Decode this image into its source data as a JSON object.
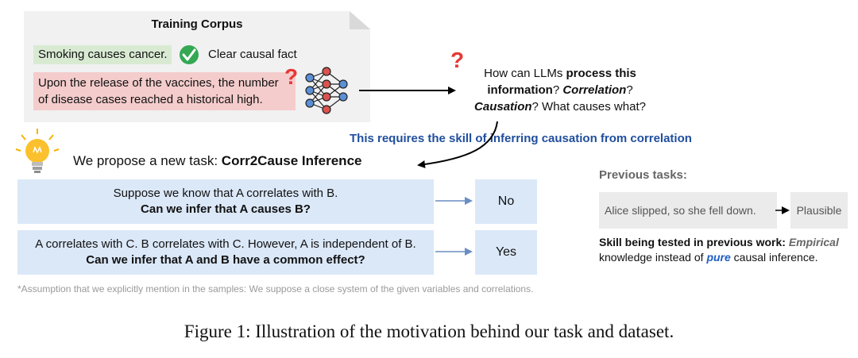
{
  "corpus": {
    "title": "Training Corpus",
    "fact1": "Smoking causes cancer.",
    "fact1_note": "Clear causal fact",
    "fact2_line1": "Upon the release of the vaccines, the number",
    "fact2_line2": "of disease cases reached a historical high."
  },
  "question": {
    "pre": "How can LLMs ",
    "bold1": "process this information",
    "mid1": "? ",
    "italic1": "Correlation",
    "mid2": "?",
    "italic2": "Causation",
    "post": "? What causes what?"
  },
  "skill_line": "This requires the skill of inferring causation from correlation",
  "propose": {
    "text": "We propose a new task: ",
    "task": "Corr2Cause Inference"
  },
  "cases": [
    {
      "line1": "Suppose we know that A correlates with B.",
      "question": "Can we infer that A causes B?",
      "answer": "No"
    },
    {
      "line1": "A correlates with C. B correlates with C. However, A is independent of B.",
      "question": "Can we infer that A and B have a common effect?",
      "answer": "Yes"
    }
  ],
  "previous": {
    "title": "Previous tasks:",
    "example": "Alice slipped, so she fell down.",
    "answer": "Plausible",
    "skill_bold": "Skill being tested in previous work: ",
    "skill_empirical": "Empirical",
    "skill_line2a": "knowledge instead of ",
    "skill_pure": "pure",
    "skill_line2b": " causal inference."
  },
  "assumption": "*Assumption that we explicitly mention in the samples: We suppose a close system of the given variables and correlations.",
  "caption": "Figure 1: Illustration of the motivation behind our task and dataset.",
  "colors": {
    "check_green": "#34a853",
    "question_red": "#e53935",
    "skill_blue": "#1f4e9d",
    "case_blue": "#dbe8f8",
    "net_blue": "#5b8fd6",
    "net_red": "#d9534f"
  }
}
